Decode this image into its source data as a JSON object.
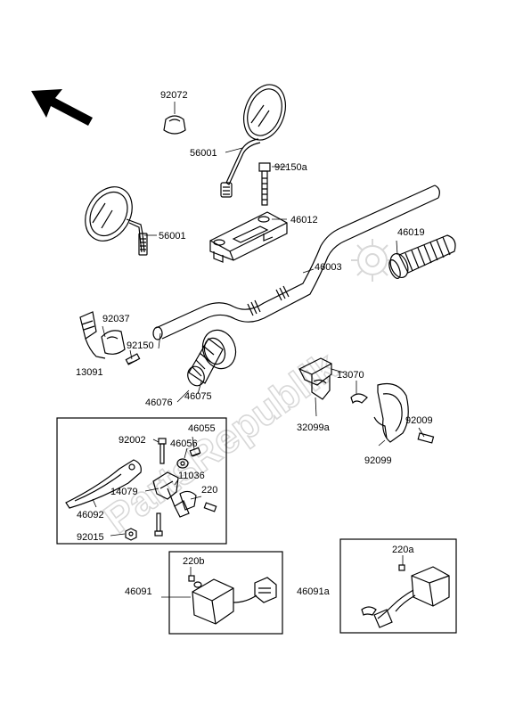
{
  "watermark": "PartsRepublik",
  "callouts": {
    "c92072": "92072",
    "c56001a": "56001",
    "c92150a": "92150a",
    "c46012": "46012",
    "c56001b": "56001",
    "c46019": "46019",
    "c46003": "46003",
    "c92037": "92037",
    "c92150": "92150",
    "c13091": "13091",
    "c46076": "46076",
    "c46075": "46075",
    "c13070": "13070",
    "c32099a": "32099a",
    "c92009": "92009",
    "c92099": "92099",
    "c92002": "92002",
    "c46055": "46055",
    "c46056": "46056",
    "c11036": "11036",
    "c14079": "14079",
    "c220": "220",
    "c46092": "46092",
    "c92015": "92015",
    "c220b": "220b",
    "c46091": "46091",
    "c220a": "220a",
    "c46091a": "46091a"
  },
  "icons": [
    "direction-arrow-icon",
    "gear-watermark-icon"
  ]
}
